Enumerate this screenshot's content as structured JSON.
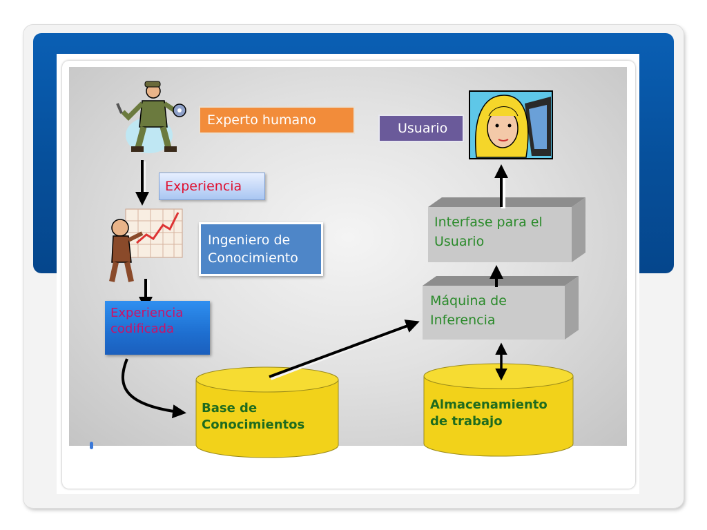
{
  "labels": {
    "experto_humano": "Experto humano",
    "usuario": "Usuario",
    "experiencia": "Experiencia",
    "ingeniero": "Ingeniero de\nConocimiento",
    "experiencia_codificada": "Experiencia\ncodificada",
    "interfase": "Interfase para el\nUsuario",
    "maquina": "Máquina de\nInferencia",
    "base": "Base de\nConocimientos",
    "almacenamiento": "Almacenamiento\nde trabajo"
  },
  "colors": {
    "orange_label": "#f28c3a",
    "purple_label": "#6a5a9a",
    "blue_label": "#4e86c8",
    "cylinder": "#f2d21a",
    "box_text": "#2a8a2a",
    "header_blue": "#0a5fb4"
  },
  "icons": {
    "human_expert": "worker-with-tools-icon",
    "knowledge_engineer": "man-with-chart-icon",
    "user": "woman-at-computer-icon"
  }
}
